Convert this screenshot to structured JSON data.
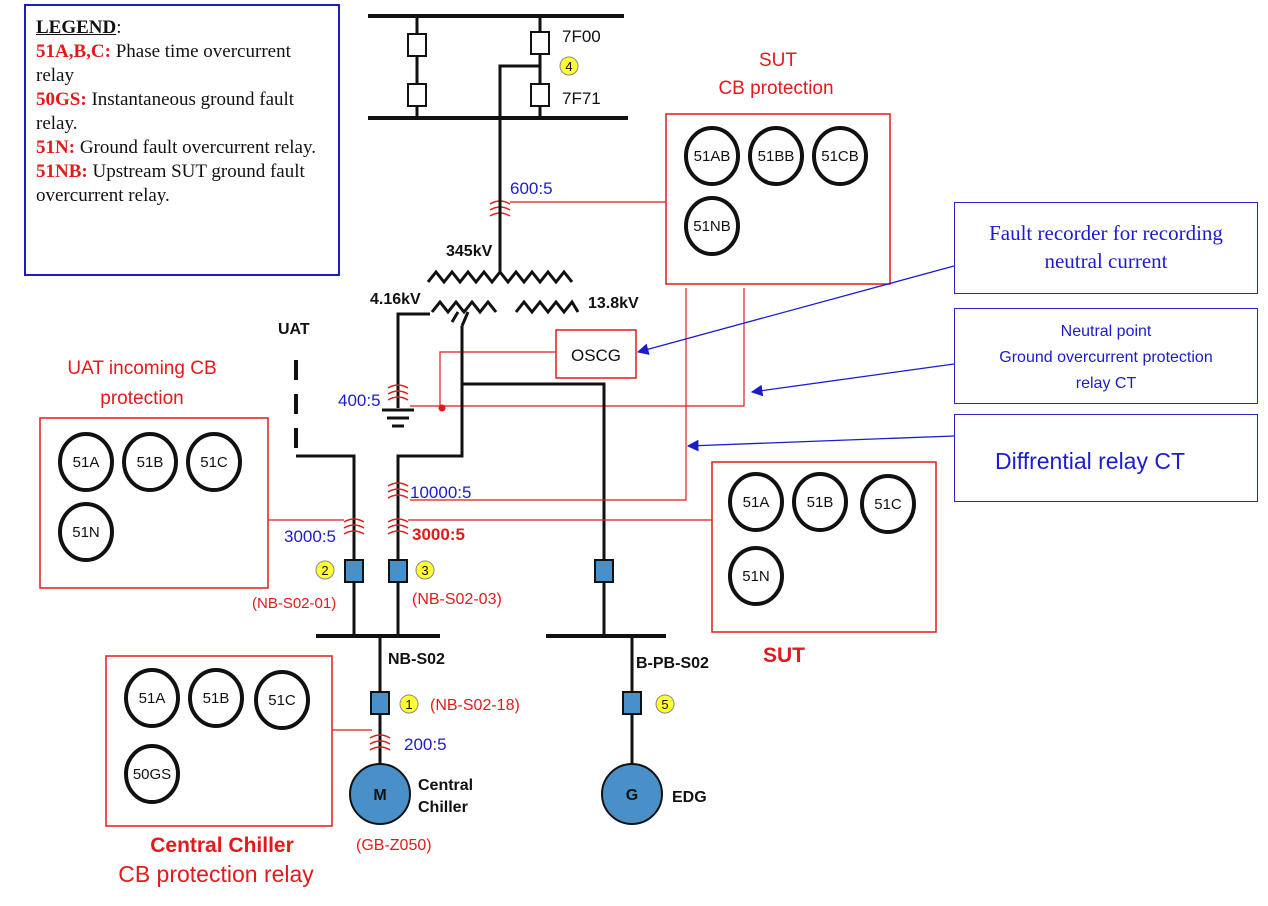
{
  "legend": {
    "title": "LEGEND",
    "items": [
      {
        "code": "51A,B,C:",
        "desc": " Phase time overcurrent relay"
      },
      {
        "code": "50GS:",
        "desc": " Instantaneous ground fault relay."
      },
      {
        "code": "51N:",
        "desc": " Ground fault overcurrent relay."
      },
      {
        "code": "51NB:",
        "desc": " Upstream SUT ground fault overcurrent relay."
      }
    ]
  },
  "breakers_top": {
    "upper": "7F00",
    "lower": "7F71"
  },
  "markers": [
    "1",
    "2",
    "3",
    "4",
    "5"
  ],
  "transformer": {
    "hv": "345kV",
    "lv1": "4.16kV",
    "lv2": "13.8kV"
  },
  "ct_ratios": {
    "sut_hv": "600:5",
    "neutral": "400:5",
    "diff": "10000:5",
    "sut_lv": "3000:5",
    "uat": "3000:5",
    "chiller": "200:5"
  },
  "labels": {
    "uat": "UAT",
    "oscg": "OSCG",
    "nb_s02": "NB-S02",
    "b_pb_s02": "B-PB-S02",
    "nb_s02_01": "(NB-S02-01)",
    "nb_s02_03": "(NB-S02-03)",
    "nb_s02_18": "(NB-S02-18)",
    "gb_z050": "(GB-Z050)",
    "motor": "M",
    "generator": "G",
    "chiller_line1": "Central",
    "chiller_line2": "Chiller",
    "edg": "EDG"
  },
  "sut_cb_box": {
    "title1": "SUT",
    "title2": "CB protection",
    "relays": [
      "51AB",
      "51BB",
      "51CB",
      "51NB"
    ]
  },
  "uat_box": {
    "title1": "UAT incoming CB",
    "title2": "protection",
    "relays": [
      "51A",
      "51B",
      "51C",
      "51N"
    ]
  },
  "sut_box": {
    "title": "SUT",
    "relays": [
      "51A",
      "51B",
      "51C",
      "51N"
    ]
  },
  "chiller_box": {
    "title1": "Central Chiller",
    "title2": "CB protection relay",
    "relays": [
      "51A",
      "51B",
      "51C",
      "50GS"
    ]
  },
  "annotations": {
    "fault_recorder1": "Fault recorder for recording",
    "fault_recorder2": "neutral current",
    "neutral_point1": "Neutral point",
    "neutral_point2": "Ground overcurrent protection",
    "neutral_point3": "relay CT",
    "diff_ct": "Diffrential relay CT"
  },
  "colors": {
    "red": "#e11b1b",
    "blue": "#1c1ccc",
    "breaker": "#4a90c8",
    "marker": "#ffff33"
  }
}
